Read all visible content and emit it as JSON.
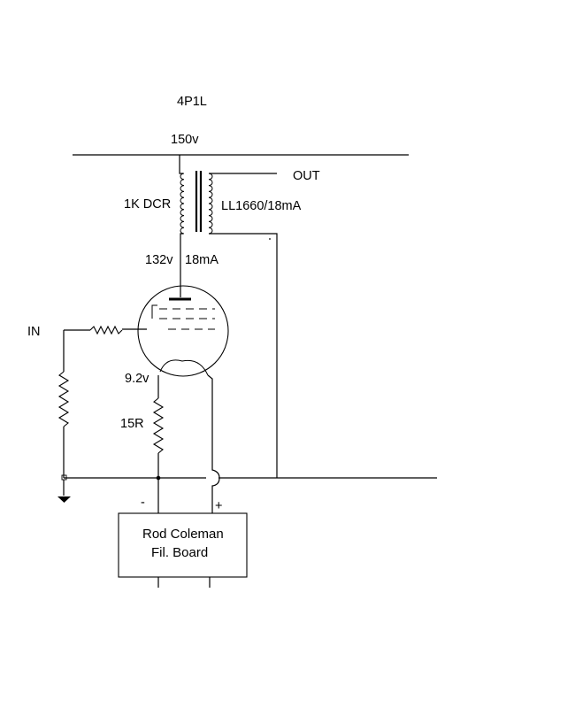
{
  "diagram": {
    "tube_type": "4P1L",
    "supply_voltage": "150v",
    "output_label": "OUT",
    "primary_dcr": "1K DCR",
    "transformer": "LL1660/18mA",
    "plate_voltage": "132v",
    "plate_current": "18mA",
    "input_label": "IN",
    "cathode_voltage": "9.2v",
    "cathode_resistor": "15R",
    "polarity_minus": "-",
    "polarity_plus": "+",
    "board_line1": "Rod Coleman",
    "board_line2": "Fil. Board"
  }
}
